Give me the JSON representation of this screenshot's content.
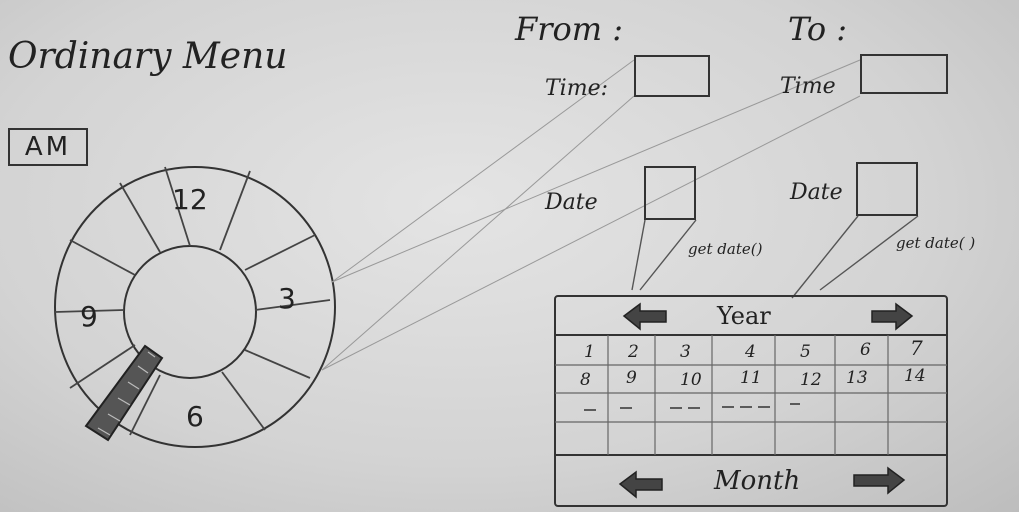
{
  "title": "Ordinary Menu",
  "am_button": "AM",
  "clock": {
    "hours": [
      "12",
      "3",
      "6",
      "9"
    ]
  },
  "from": {
    "label": "From :",
    "time_label": "Time:",
    "date_label": "Date",
    "get_date_label": "get date()"
  },
  "to": {
    "label": "To :",
    "time_label": "Time",
    "date_label": "Date",
    "get_date_label": "get date( )"
  },
  "calendar": {
    "year_label": "Year",
    "month_label": "Month",
    "days_row1": [
      "1",
      "2",
      "3",
      "4",
      "5",
      "6",
      "7"
    ],
    "days_row2": [
      "8",
      "9",
      "10",
      "11",
      "12",
      "13",
      "14"
    ]
  },
  "icons": [
    "left-arrow-icon",
    "right-arrow-icon"
  ]
}
